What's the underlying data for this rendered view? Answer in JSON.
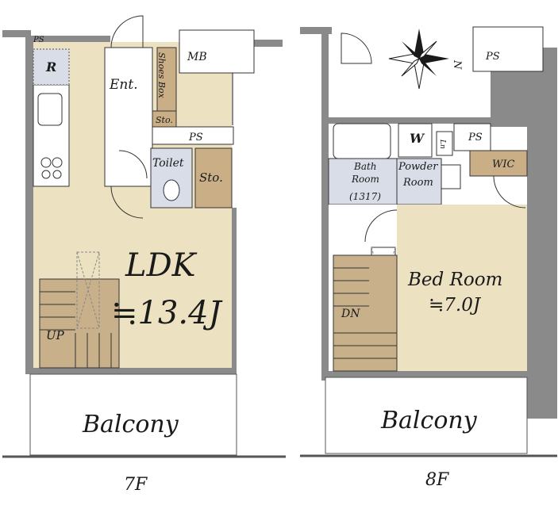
{
  "floor7": {
    "caption": "7F",
    "rooms": {
      "ldk_name": "LDK",
      "ldk_size": "≒13.4J",
      "ent": "Ent.",
      "shoes_box": "Shoes Box",
      "sto_small": "Sto.",
      "ps_top": "PS",
      "ps_mid": "PS",
      "mb": "MB",
      "r": "R",
      "toilet": "Toilet",
      "sto": "Sto.",
      "up": "UP",
      "balcony": "Balcony"
    }
  },
  "floor8": {
    "caption": "8F",
    "rooms": {
      "bath_line1": "Bath",
      "bath_line2": "Room",
      "bath_line3": "(1317)",
      "powder_line1": "Powder",
      "powder_line2": "Room",
      "w": "W",
      "ln": "Ln",
      "ps_mid": "PS",
      "ps_top": "PS",
      "wic": "WIC",
      "bed_name": "Bed Room",
      "bed_size": "≒7.0J",
      "dn": "DN",
      "balcony": "Balcony"
    },
    "compass_label": "N"
  },
  "colors": {
    "room_fill": "#ece2c2",
    "wet_fill": "#d8dde8",
    "stair_fill": "#c8b08a",
    "storage_fill": "#c9ae86",
    "wall": "#8a8a8a",
    "line": "#333333"
  }
}
